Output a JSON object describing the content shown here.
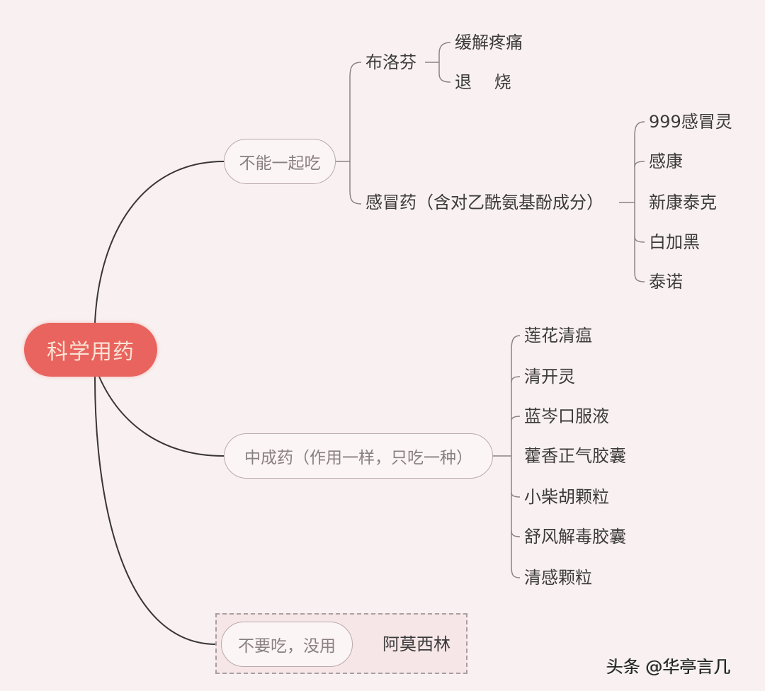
{
  "root": {
    "label": "科学用药",
    "color": "#e9645e"
  },
  "branches": [
    {
      "label": "不能一起吃",
      "children": [
        {
          "label": "布洛芬",
          "children": [
            "缓解疼痛",
            "退　 烧"
          ]
        },
        {
          "label": "感冒药（含对乙酰氨基酚成分）",
          "children": [
            "999感冒灵",
            "感康",
            "新康泰克",
            "白加黑",
            "泰诺"
          ]
        }
      ]
    },
    {
      "label": "中成药（作用一样，只吃一种）",
      "children": [
        "莲花清瘟",
        "清开灵",
        "蓝岑口服液",
        "藿香正气胶囊",
        "小柴胡颗粒",
        "舒风解毒胶囊",
        "清感颗粒"
      ]
    },
    {
      "label": "不要吃，没用",
      "children": [
        "阿莫西林"
      ],
      "boundary": "dashed"
    }
  ],
  "watermark": "头条 @华亭言几"
}
